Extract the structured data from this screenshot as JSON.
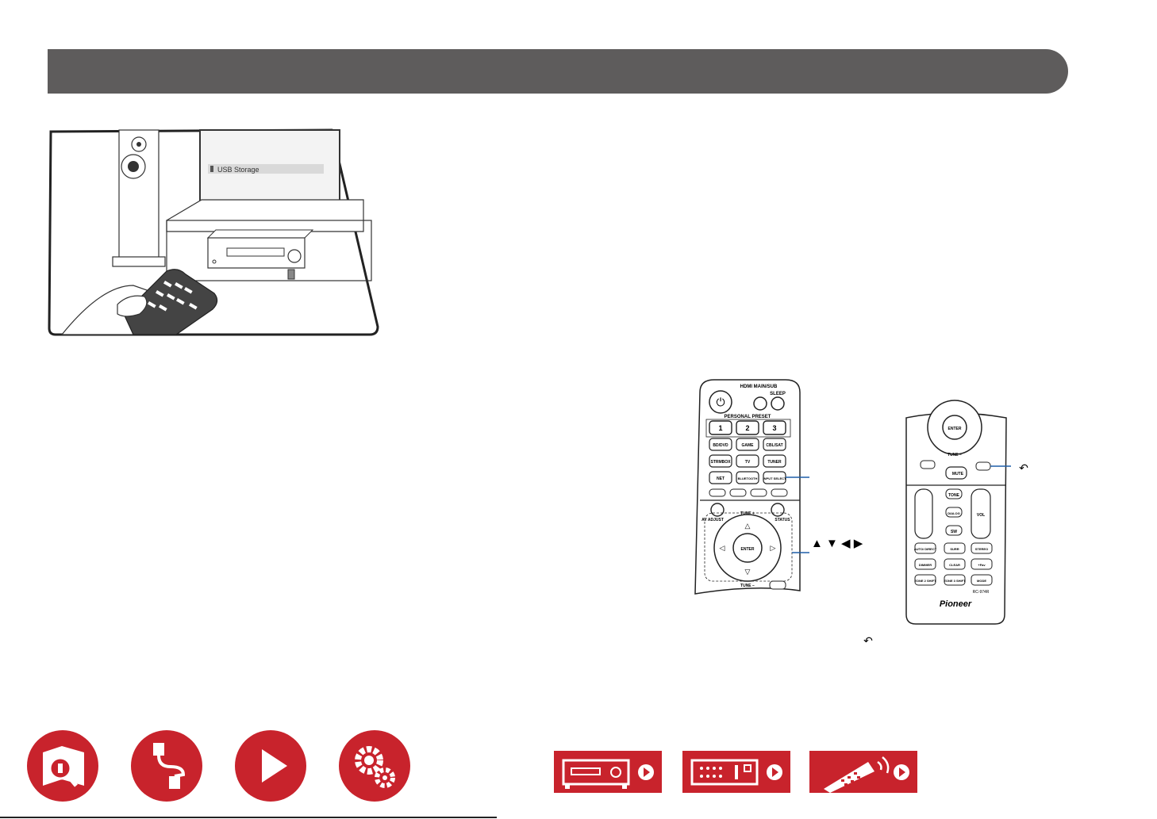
{
  "illustration": {
    "tv_menu_item": "USB Storage"
  },
  "remote_left": {
    "hdmi_label": "HDMI\nMAIN/SUB",
    "sleep_label": "SLEEP",
    "personal_preset_label": "PERSONAL PRESET",
    "preset_buttons": [
      "1",
      "2",
      "3"
    ],
    "input_buttons": [
      "BD/DVD",
      "GAME",
      "CBL/SAT",
      "STRMBOX",
      "TV",
      "TUNER",
      "NET",
      "BLUETOOTH",
      "INPUT SELECT"
    ],
    "av_adjust_label": "AV ADJUST",
    "status_label": "STATUS",
    "tune_plus_label": "TUNE +",
    "tune_minus_label": "TUNE −",
    "enter_label": "ENTER"
  },
  "remote_right": {
    "enter_label": "ENTER",
    "tune_label": "TUNE −",
    "mute_label": "MUTE",
    "tone_label": "TONE",
    "dialog_label": "DIALOG",
    "sw_label": "SW",
    "vol_label": "VOL",
    "mode_buttons": [
      "AUTO/ DIRECT",
      "SURR",
      "STEREO",
      "DIMMER",
      "CLEAR",
      "+Fav",
      "ZONE 2 SHIFT",
      "ZONE 3 SHIFT",
      "MODE"
    ],
    "model_label": "RC-974R",
    "brand": "Pioneer"
  },
  "callouts": {
    "arrows": "▲ ▼ ◀ ▶"
  },
  "footer": {
    "nav_icons": [
      "manual-search-icon",
      "cable-connection-icon",
      "play-icon",
      "settings-gears-icon"
    ],
    "device_buttons": [
      "front-panel-icon",
      "rear-panel-icon",
      "remote-control-icon"
    ],
    "accent_color": "#c8232c"
  }
}
